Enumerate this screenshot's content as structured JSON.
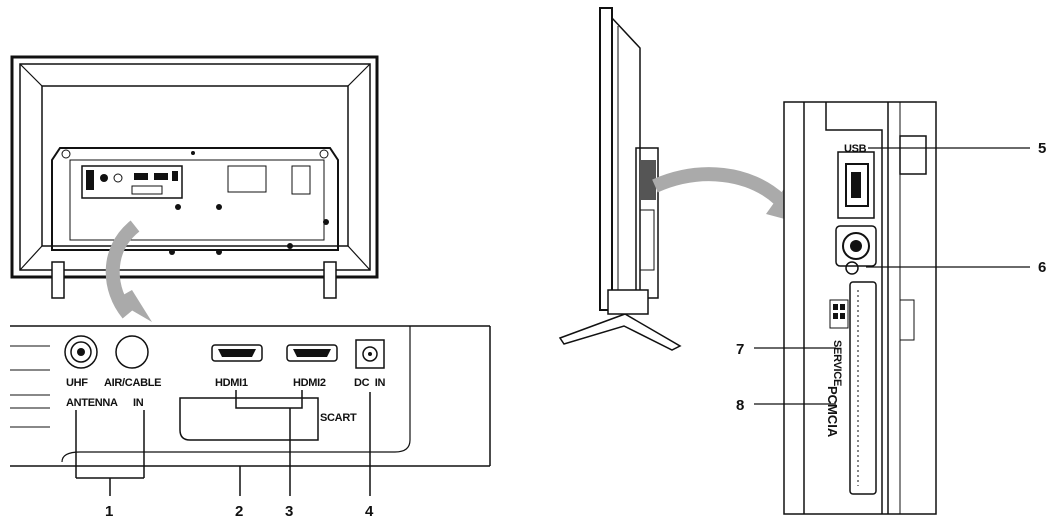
{
  "rear_panel": {
    "port_labels": {
      "vhf_uhf_line1": "UHF",
      "vhf_uhf_line2": "ANTENNA",
      "air_cable_line1": "AIR/CABLE",
      "air_cable_line2": "IN",
      "hdmi1": "HDMI1",
      "hdmi2": "HDMI2",
      "dc_in": "DC  IN",
      "scart": "SCART"
    }
  },
  "side_panel": {
    "usb": "USB",
    "service": "SERVICE",
    "pcmcia": "PCMCIA"
  },
  "callouts": {
    "c1": "1",
    "c2": "2",
    "c3": "3",
    "c4": "4",
    "c5": "5",
    "c6": "6",
    "c7": "7",
    "c8": "8"
  }
}
